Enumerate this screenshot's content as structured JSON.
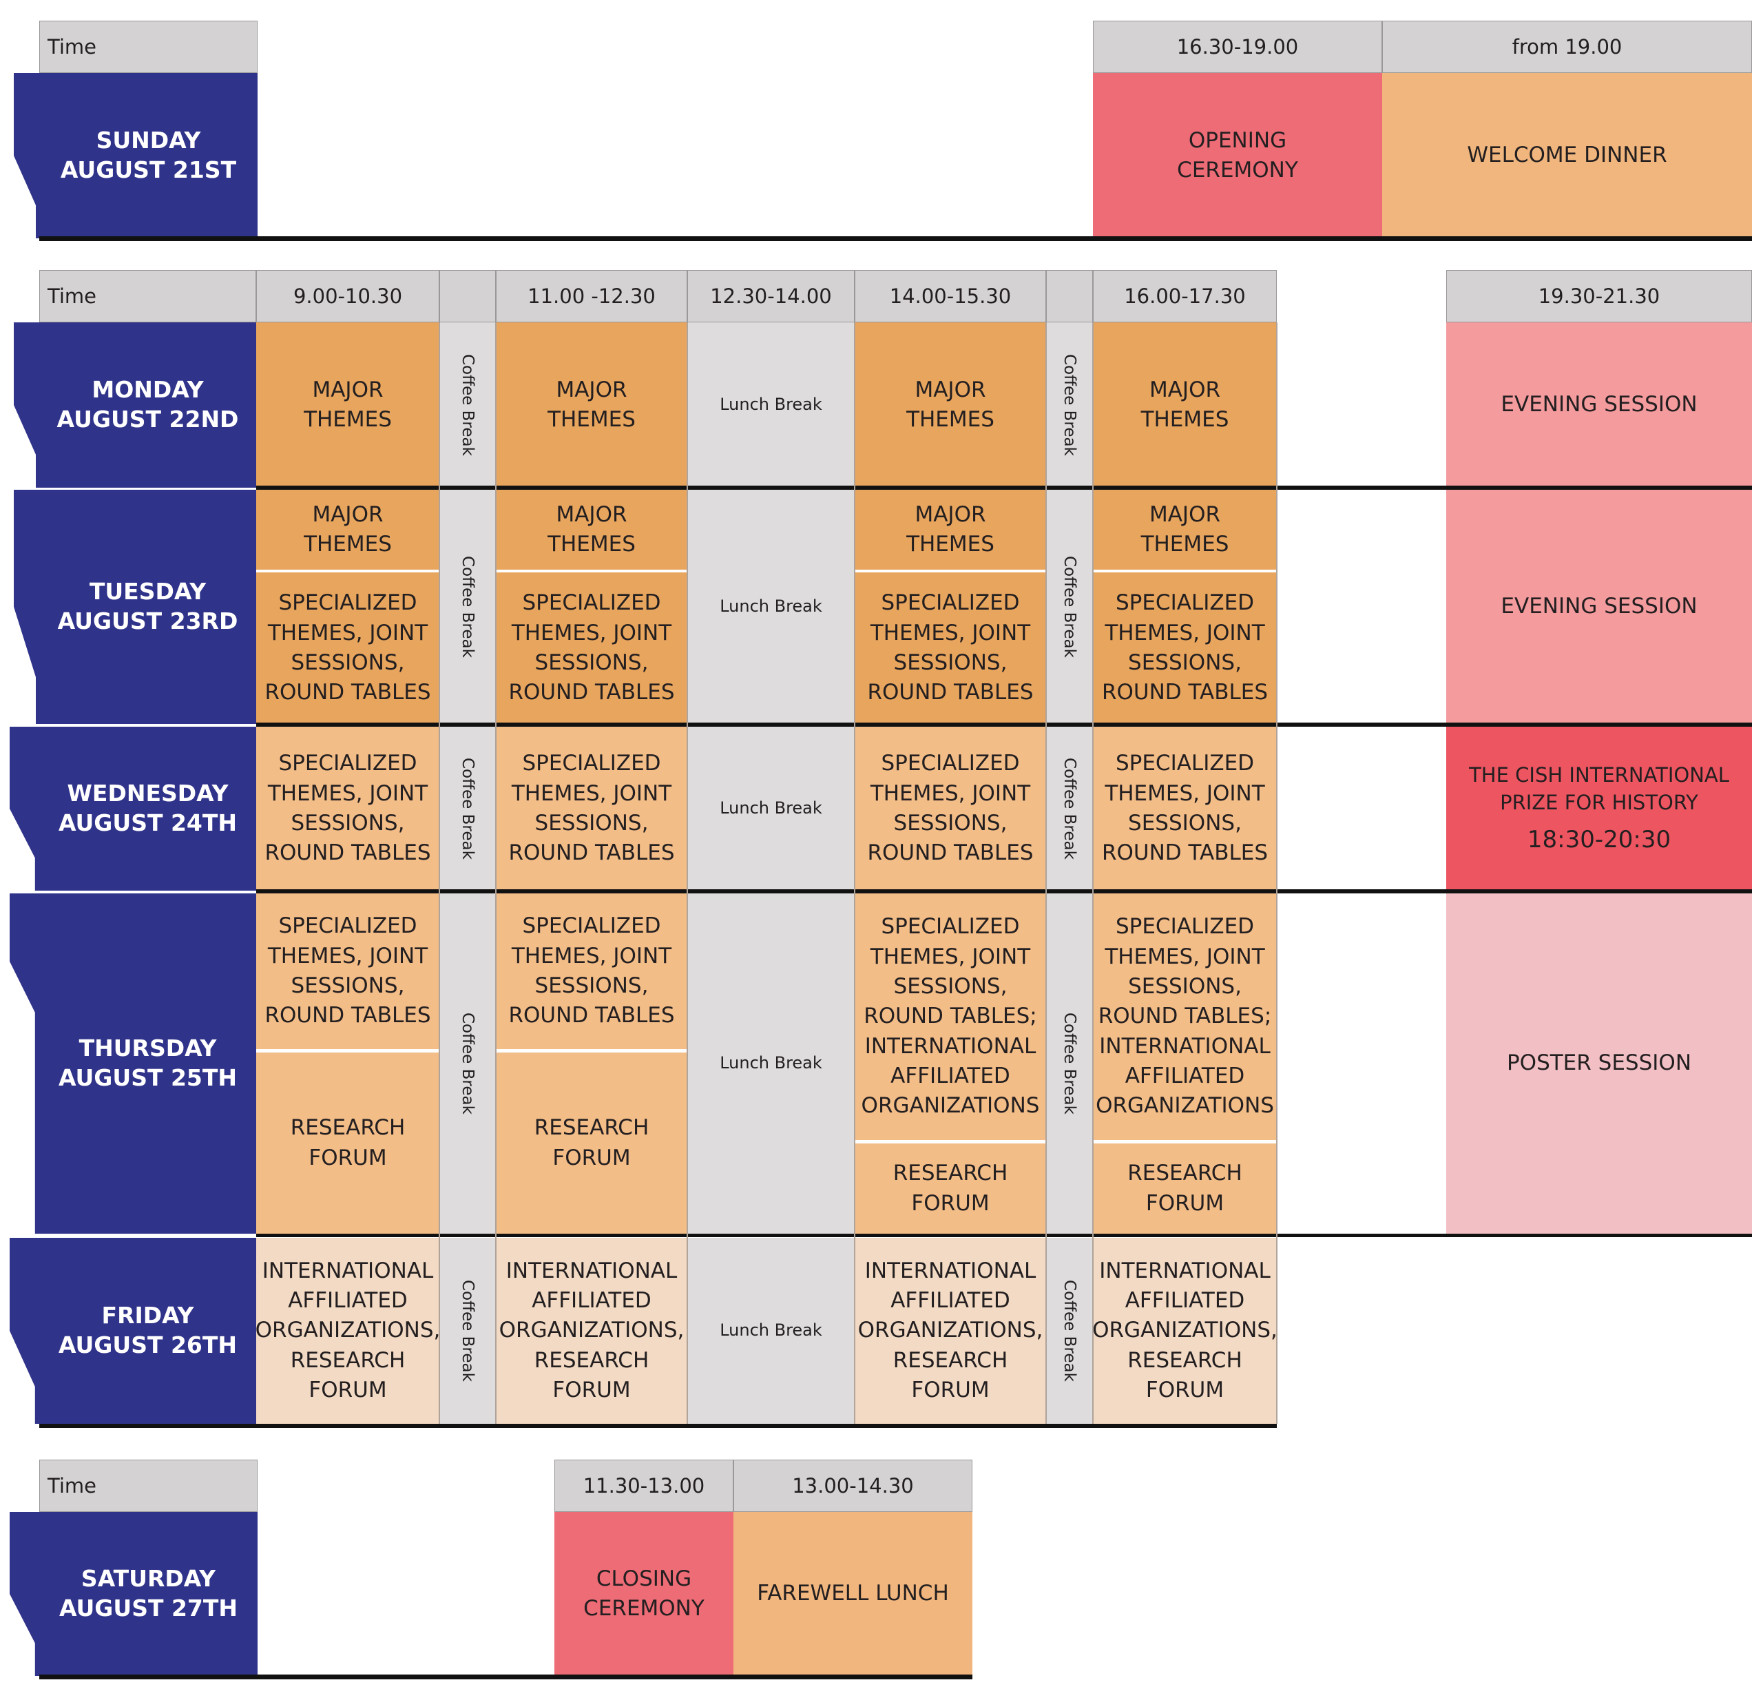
{
  "time_label": "Time",
  "sunday": {
    "day": "SUNDAY",
    "date": "AUGUST 21ST",
    "slots": [
      "16.30-19.00",
      "from 19.00"
    ],
    "opening": "OPENING\nCEREMONY",
    "dinner": "WELCOME DINNER"
  },
  "week": {
    "slots": [
      "9.00-10.30",
      "",
      "11.00 -12.30",
      "12.30-14.00",
      "14.00-15.30",
      "",
      "16.00-17.30",
      "19.30-21.30"
    ],
    "coffee": "Coffee Break",
    "lunch": "Lunch Break",
    "major": "MAJOR\nTHEMES",
    "spec": "SPECIALIZED\nTHEMES, JOINT\nSESSIONS,\nROUND TABLES",
    "spec_intl": "SPECIALIZED\nTHEMES, JOINT\nSESSIONS,\nROUND TABLES;\nINTERNATIONAL\nAFFILIATED\nORGANIZATIONS",
    "research": "RESEARCH\nFORUM",
    "intl": "INTERNATIONAL\nAFFILIATED\nORGANIZATIONS,\nRESEARCH\nFORUM",
    "evening": "EVENING SESSION",
    "prize": "THE CISH INTERNATIONAL\nPRIZE FOR HISTORY",
    "prize_time": "18:30-20:30",
    "poster": "POSTER SESSION",
    "days": [
      {
        "day": "MONDAY",
        "date": "AUGUST 22ND"
      },
      {
        "day": "TUESDAY",
        "date": "AUGUST 23RD"
      },
      {
        "day": "WEDNESDAY",
        "date": "AUGUST 24TH"
      },
      {
        "day": "THURSDAY",
        "date": "AUGUST 25TH"
      },
      {
        "day": "FRIDAY",
        "date": "AUGUST 26TH"
      }
    ]
  },
  "saturday": {
    "day": "SATURDAY",
    "date": "AUGUST 27TH",
    "slots": [
      "11.30-13.00",
      "13.00-14.30"
    ],
    "closing": "CLOSING\nCEREMONY",
    "lunch": "FAREWELL LUNCH"
  },
  "colors": {
    "day_blue": "#30338a",
    "major_themes": "#e8a55e",
    "specialized": "#f3bd88",
    "international": "#f3dac4",
    "break_grey": "#dedcdd",
    "evening_pink": "#f49b9e",
    "ceremony_red": "#ed6c76",
    "prize_red": "#ed5561",
    "poster_rose": "#f2c0c4",
    "dinner_orange": "#f1b67e"
  }
}
